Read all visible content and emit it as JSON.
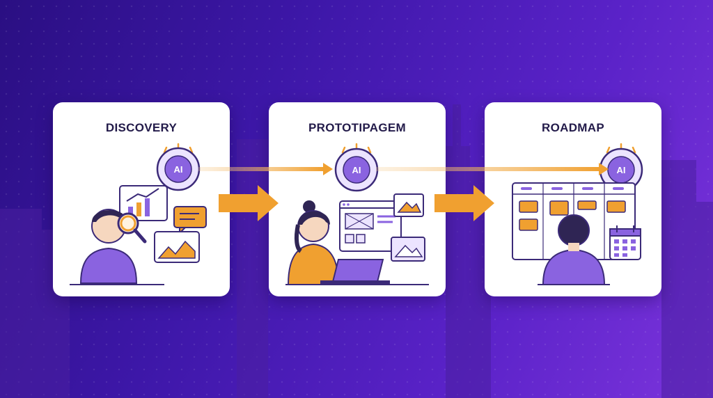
{
  "steps": [
    {
      "title": "DISCOVERY"
    },
    {
      "title": "PROTOTIPAGEM"
    },
    {
      "title": "ROADMAP"
    }
  ],
  "ai_badge_label": "AI",
  "icons": [
    "brain-ai-icon",
    "chart-icon",
    "magnifier-icon",
    "chat-bubble-icon",
    "wireframe-icon",
    "laptop-icon",
    "calendar-icon",
    "kanban-board-icon",
    "arrow-right-icon"
  ],
  "colors": {
    "background_dark": "#2a0f82",
    "background_light": "#7c34dc",
    "accent_orange": "#f0a030",
    "accent_purple": "#8a63e0",
    "card": "#ffffff",
    "title": "#231b4a"
  }
}
